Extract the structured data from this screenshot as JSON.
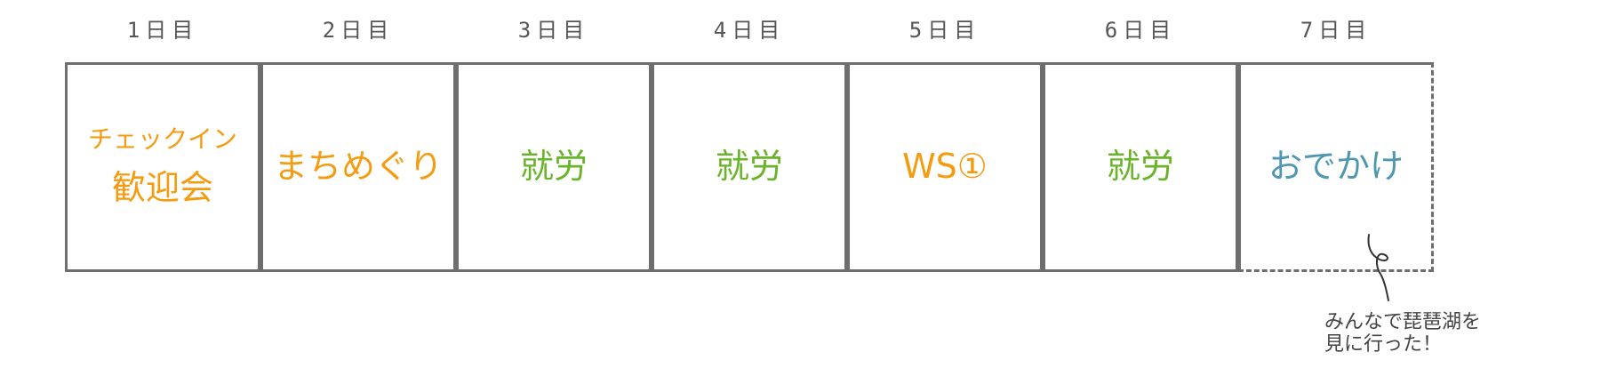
{
  "days": [
    {
      "label": "1日目",
      "sub": "チェックイン",
      "main": "歓迎会",
      "color": "#f39c12"
    },
    {
      "label": "2日目",
      "sub": "",
      "main": "まちめぐり",
      "color": "#f39c12"
    },
    {
      "label": "3日目",
      "sub": "",
      "main": "就労",
      "color": "#6ab42c"
    },
    {
      "label": "4日目",
      "sub": "",
      "main": "就労",
      "color": "#6ab42c"
    },
    {
      "label": "5日目",
      "sub": "",
      "main": "WS①",
      "color": "#f39c12"
    },
    {
      "label": "6日目",
      "sub": "",
      "main": "就労",
      "color": "#6ab42c"
    },
    {
      "label": "7日目",
      "sub": "",
      "main": "おでかけ",
      "color": "#4f97b0"
    }
  ],
  "annotation": {
    "text": "みんなで琵琶湖を\n見に行った！"
  }
}
